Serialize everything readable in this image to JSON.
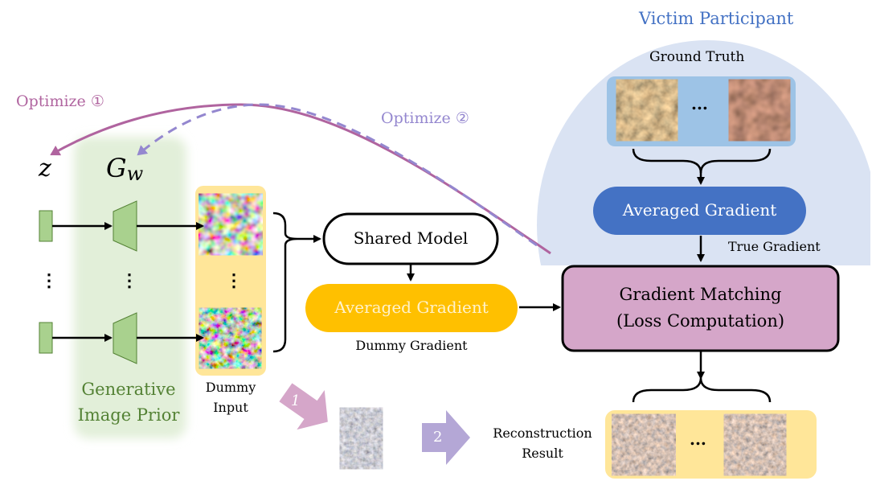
{
  "labels": {
    "victim_participant": "Victim Participant",
    "ground_truth": "Ground Truth",
    "gt_ellipsis": "...",
    "victim_averaged_gradient": "Averaged Gradient",
    "true_gradient": "True Gradient",
    "optimize_1": "Optimize ①",
    "optimize_2": "Optimize ②",
    "z_symbol": "z",
    "gw_symbol": "G",
    "gw_subscript": "w",
    "vdots": "⋮",
    "generative_image_prior_line1": "Generative",
    "generative_image_prior_line2": "Image Prior",
    "dummy_input_line1": "Dummy",
    "dummy_input_line2": "Input",
    "shared_model": "Shared Model",
    "dummy_averaged_gradient": "Averaged Gradient",
    "dummy_gradient": "Dummy Gradient",
    "gradient_matching_line1": "Gradient Matching",
    "gradient_matching_line2": "(Loss Computation)",
    "step_1": "1",
    "step_2": "2",
    "reconstruction_line1": "Reconstruction",
    "reconstruction_line2": "Result",
    "recon_ellipsis": "..."
  },
  "colors": {
    "victim_bg": "#dae3f3",
    "victim_title": "#4472c4",
    "gt_box": "#9dc3e6",
    "victim_gradient": "#4472c4",
    "optimize_1": "#b0649f",
    "optimize_2": "#9487cf",
    "prior_bg": "#e2efd9",
    "prior_shape": "#a9d18e",
    "prior_text": "#548235",
    "dummy_box": "#ffe699",
    "dummy_gradient": "#ffc000",
    "matching_box": "#d5a6c9",
    "step1_arrow": "#d5a6c9",
    "step2_arrow": "#b4a7d6"
  }
}
